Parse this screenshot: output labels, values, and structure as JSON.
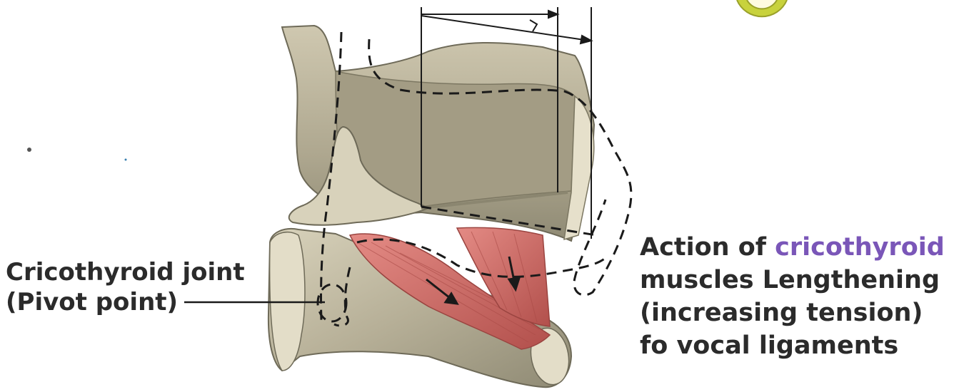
{
  "labels": {
    "joint_line1": "Cricothyroid joint",
    "joint_line2": "(Pivot point)",
    "action_prefix": "Action of ",
    "action_accent": "cricothyroid",
    "action_line2": "muscles Lengthening",
    "action_line3": "(increasing tension)",
    "action_line4": "fo vocal ligaments"
  },
  "colors": {
    "cartilage": "#b9b29a",
    "cartilage_shadow": "#8f8a74",
    "cartilage_light": "#e3ddc8",
    "muscle": "#d9716c",
    "muscle_dark": "#b2504c",
    "accent": "#7a56b8",
    "text": "#2b2b2b",
    "badge": "#c8d23c"
  },
  "icons": [
    "lengthening-arrow-icon",
    "muscle-pull-arrow-icon",
    "badge-icon"
  ]
}
